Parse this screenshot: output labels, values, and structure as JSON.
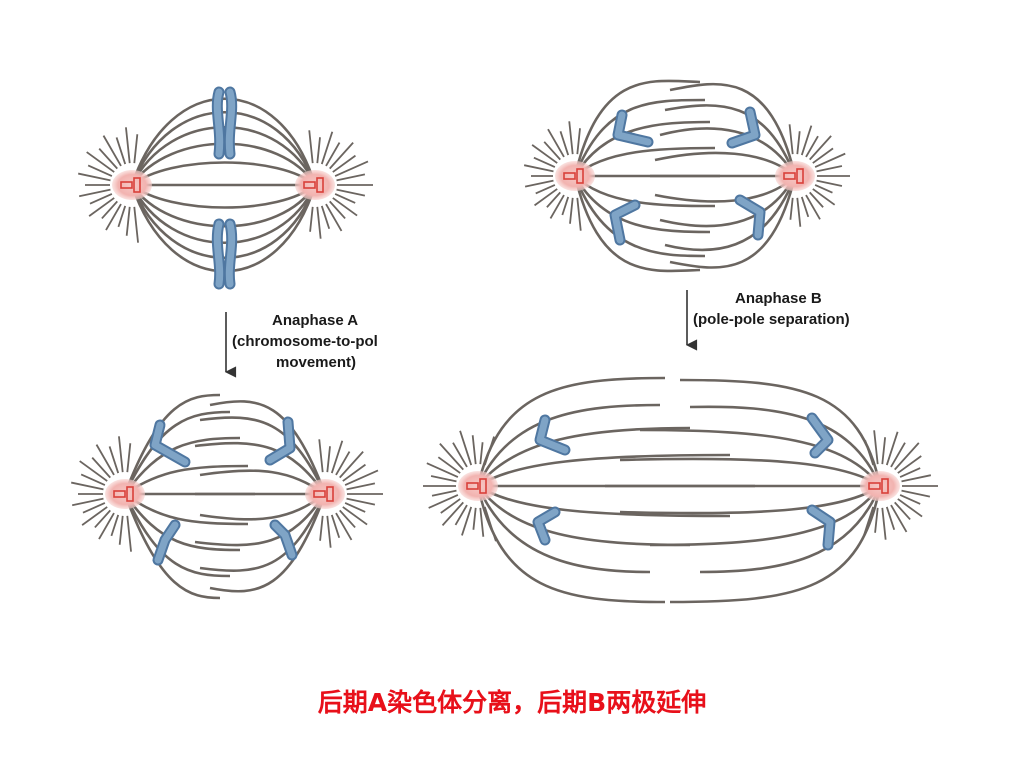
{
  "labels": {
    "anaphase_a_title": "Anaphase A",
    "anaphase_a_desc_1": "(chromosome-to-pol",
    "anaphase_a_desc_2": "movement)",
    "anaphase_b_title": "Anaphase B",
    "anaphase_b_desc": "(pole-pole separation)"
  },
  "caption": "后期A染色体分离，后期B两极延伸",
  "colors": {
    "caption": "#e8101a",
    "fiber": "#6b6560",
    "centrosome_glow": "#f2b3b0",
    "centriole": "#d9403a",
    "chromosome_fill": "#7fa4c6",
    "chromosome_stroke": "#4f77a1"
  }
}
